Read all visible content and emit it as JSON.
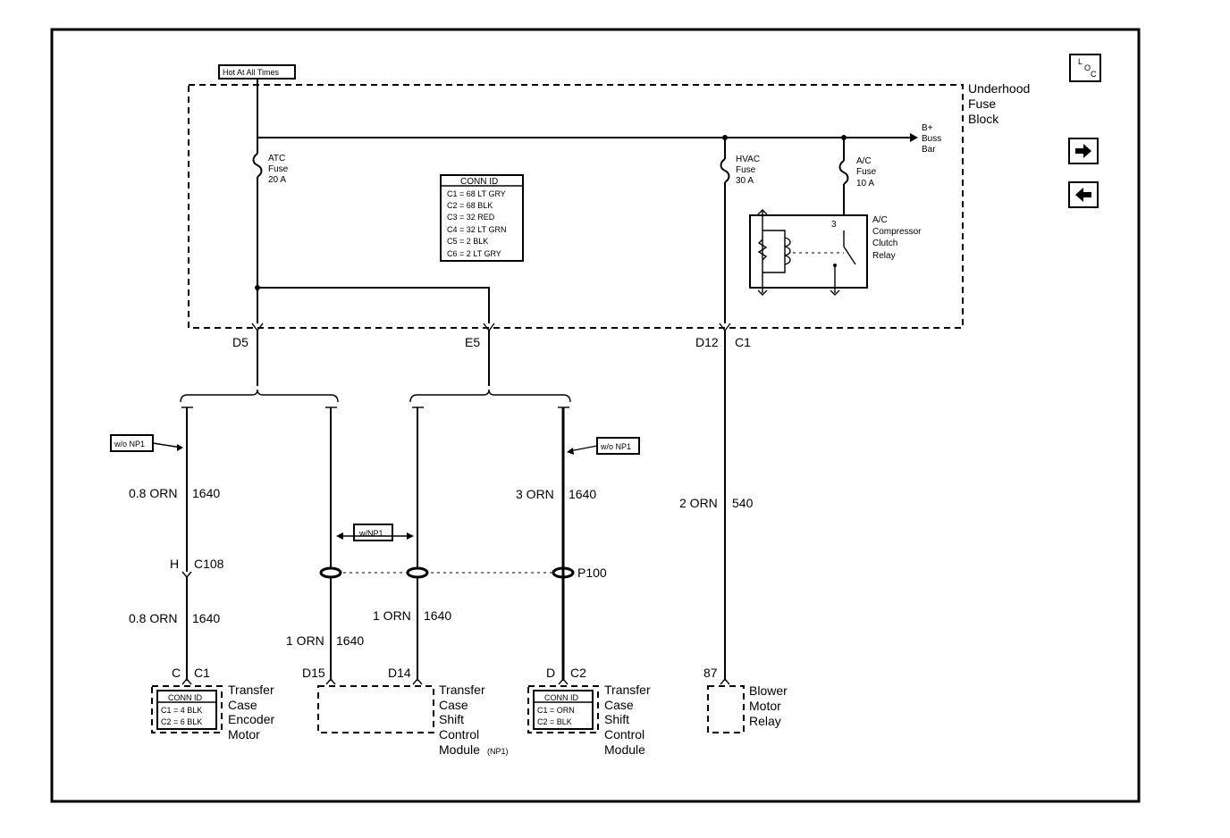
{
  "hot_label": "Hot At All Times",
  "fuse_block": {
    "line1": "Underhood",
    "line2": "Fuse",
    "line3": "Block"
  },
  "buss_bar": {
    "line1": "B+",
    "line2": "Buss",
    "line3": "Bar"
  },
  "atc_fuse": {
    "line1": "ATC",
    "line2": "Fuse",
    "line3": "20 A"
  },
  "hvac_fuse": {
    "line1": "HVAC",
    "line2": "Fuse",
    "line3": "30 A"
  },
  "ac_fuse": {
    "line1": "A/C",
    "line2": "Fuse",
    "line3": "10 A"
  },
  "relay": {
    "line1": "A/C",
    "line2": "Compressor",
    "line3": "Clutch",
    "line4": "Relay",
    "pin": "3"
  },
  "conn_id_main": {
    "title": "CONN ID",
    "rows": [
      "C1 = 68 LT GRY",
      "C2 = 68 BLK",
      "C3 = 32 RED",
      "C4 = 32 LT GRN",
      "C5 = 2 BLK",
      "C6 = 2 LT GRY"
    ]
  },
  "pins": {
    "d5": "D5",
    "e5": "E5",
    "d12": "D12",
    "c1": "C1"
  },
  "np1": {
    "wo_left": "w/o NP1",
    "wo_right": "w/o NP1",
    "with": "w/NP1"
  },
  "wires": {
    "left_upper": {
      "gauge": "0.8 ORN",
      "circuit": "1640"
    },
    "left_lower": {
      "gauge": "0.8 ORN",
      "circuit": "1640"
    },
    "mid_left": {
      "gauge": "1 ORN",
      "circuit": "1640"
    },
    "mid_right": {
      "gauge": "1 ORN",
      "circuit": "1640"
    },
    "right_upper": {
      "gauge": "3 ORN",
      "circuit": "1640"
    },
    "hvac": {
      "gauge": "2 ORN",
      "circuit": "540"
    }
  },
  "c108": {
    "pin": "H",
    "name": "C108"
  },
  "splice": "P100",
  "encoder": {
    "pin": "C",
    "connector": "C1",
    "name1": "Transfer",
    "name2": "Case",
    "name3": "Encoder",
    "name4": "Motor",
    "conn_title": "CONN ID",
    "conn_rows": [
      "C1 = 4 BLK",
      "C2 = 6 BLK"
    ]
  },
  "tccm_np1": {
    "pin_left": "D15",
    "pin_right": "D14",
    "name1": "Transfer",
    "name2": "Case",
    "name3": "Shift",
    "name4": "Control",
    "name5": "Module",
    "suffix": "(NP1)"
  },
  "tccm": {
    "pin": "D",
    "connector": "C2",
    "name1": "Transfer",
    "name2": "Case",
    "name3": "Shift",
    "name4": "Control",
    "name5": "Module",
    "conn_title": "CONN ID",
    "conn_rows": [
      "C1 = ORN",
      "C2 = BLK"
    ]
  },
  "blower": {
    "pin": "87",
    "name1": "Blower",
    "name2": "Motor",
    "name3": "Relay"
  },
  "nav": {
    "loc_l": "L",
    "loc_o": "O",
    "loc_c": "C",
    "next_icon": "arrow-right-icon",
    "prev_icon": "arrow-left-icon"
  }
}
